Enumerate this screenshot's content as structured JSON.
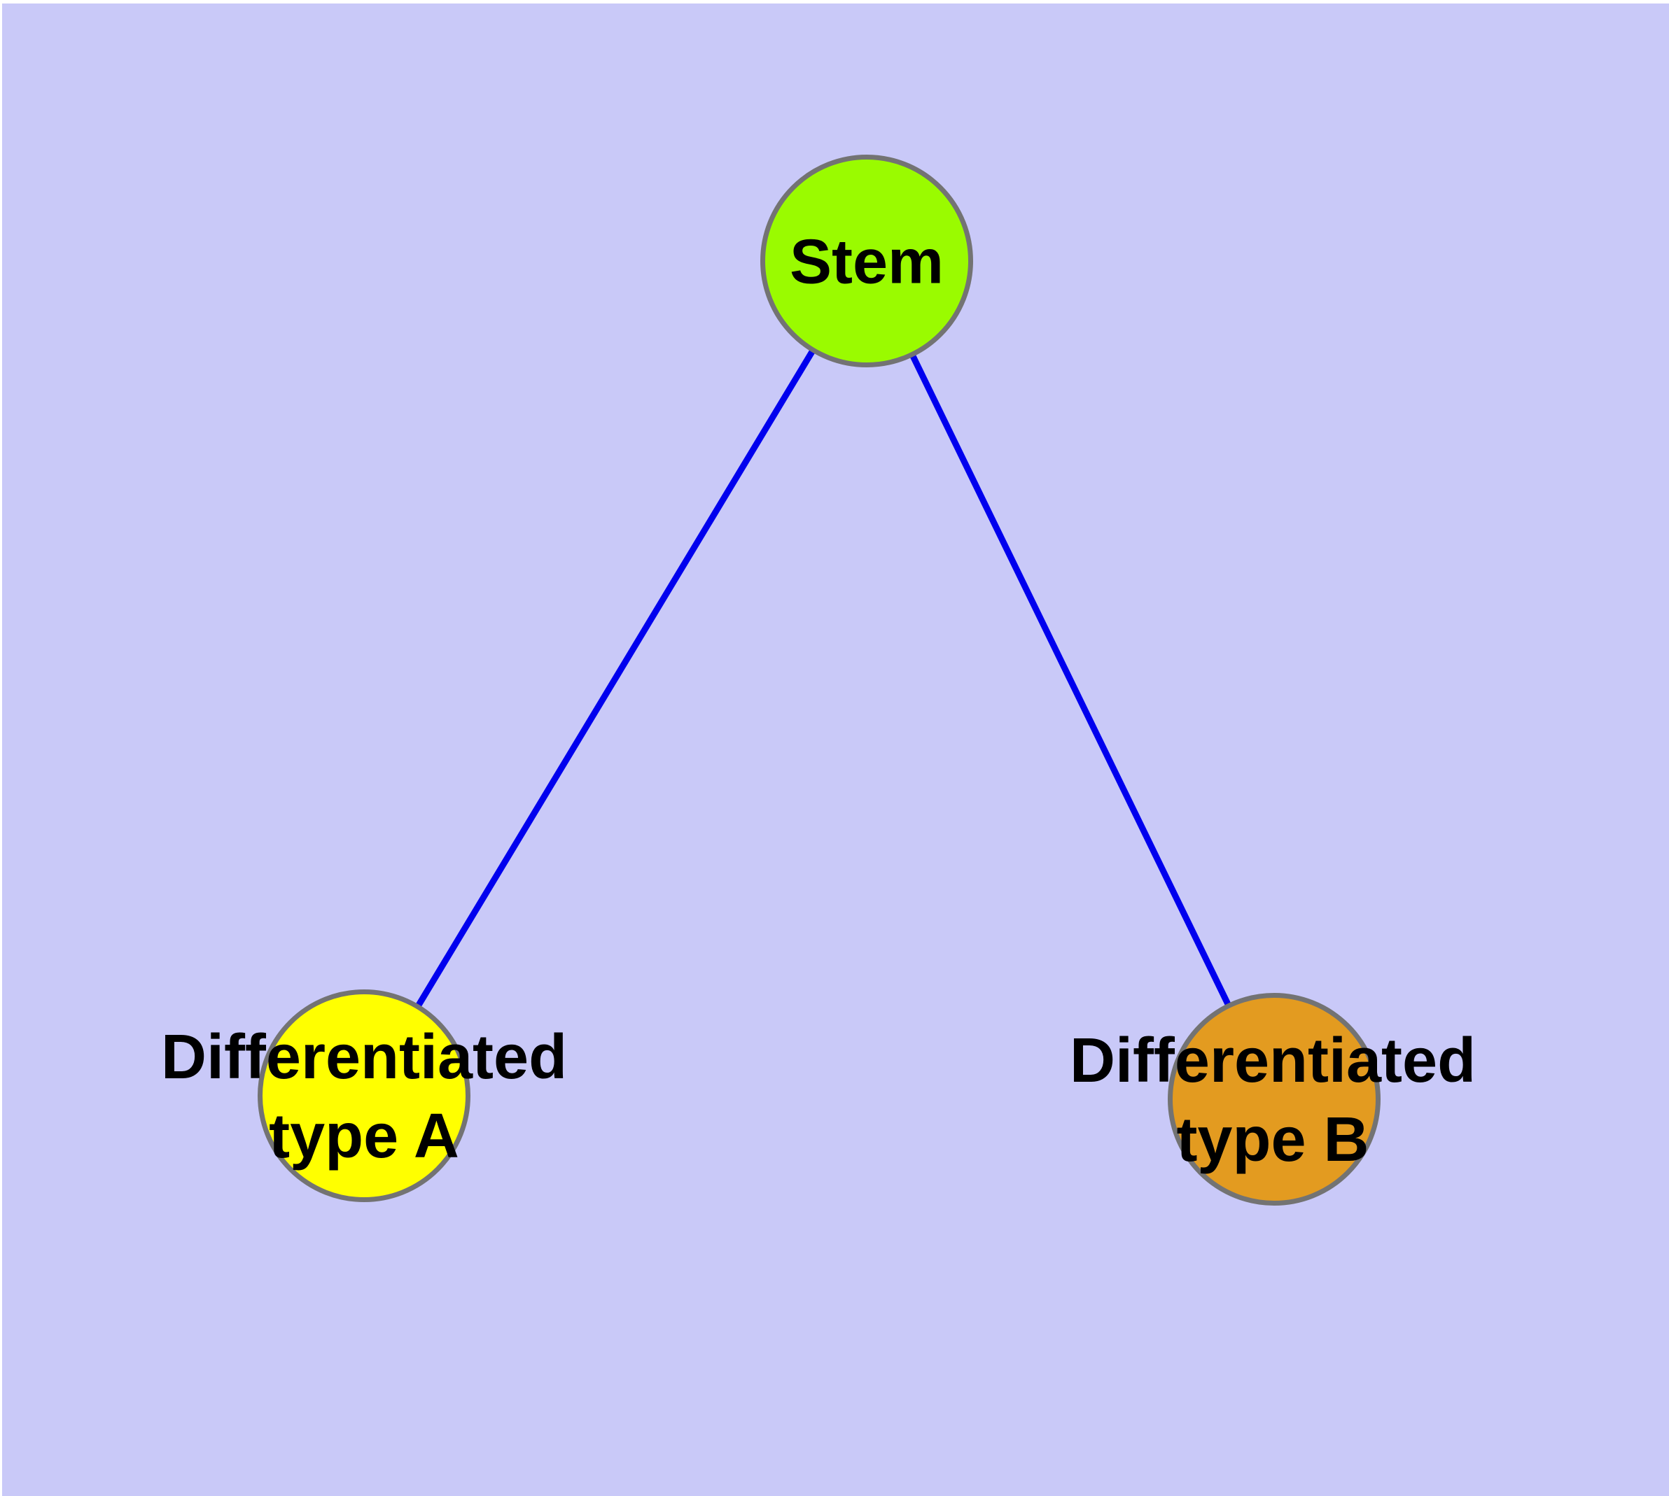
{
  "nodes": [
    {
      "id": "stem",
      "label": "Stem",
      "color": "#9afb00"
    },
    {
      "id": "type-a",
      "label": "Differentiated\ntype A",
      "color": "#ffff00"
    },
    {
      "id": "type-b",
      "label": "Differentiated\ntype B",
      "color": "#e39b20"
    }
  ],
  "edges": [
    {
      "from": "Stem",
      "to": "Differentiated type A",
      "color": "#0000ee"
    },
    {
      "from": "Stem",
      "to": "Differentiated type B",
      "color": "#0000ee"
    }
  ],
  "colors": {
    "background": "#c9c9f8",
    "node_border": "#737373",
    "label_text": "#000000"
  }
}
